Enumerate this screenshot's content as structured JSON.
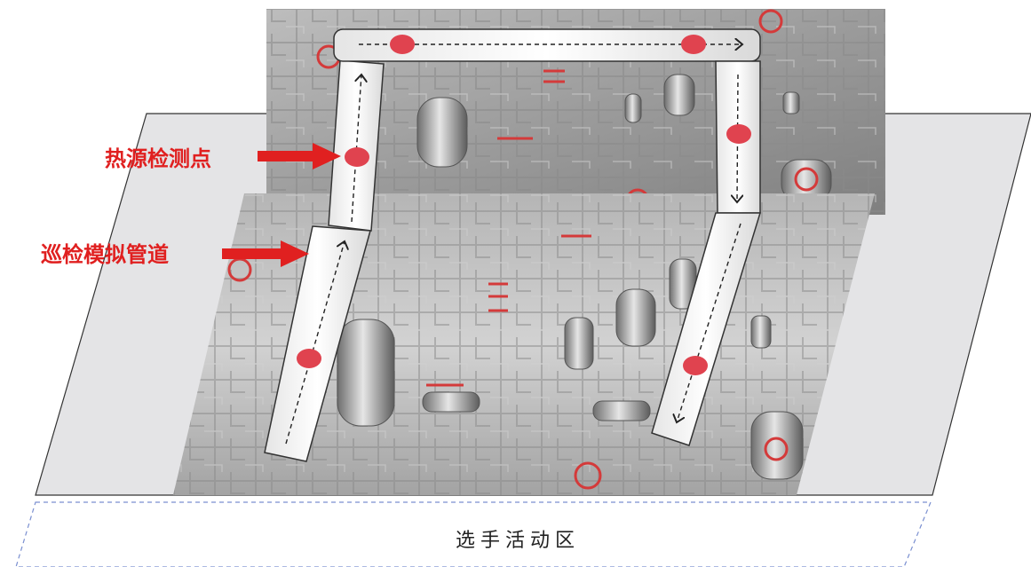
{
  "labels": {
    "heat_source_point": "热源检测点",
    "inspection_pipeline": "巡检模拟管道",
    "player_area": "选手活动区"
  },
  "colors": {
    "marker": "#e0434f",
    "arrow": "#e02020",
    "label_text": "#e02020",
    "floor": "#e4e4e6",
    "zone_border": "#7a8fd0",
    "pipe_wall_bg": "#a9a9a9"
  },
  "icons": {
    "detection_marker": "red-dot-icon",
    "flow_direction": "dashed-arrow-icon",
    "pointer": "red-arrow-icon"
  }
}
